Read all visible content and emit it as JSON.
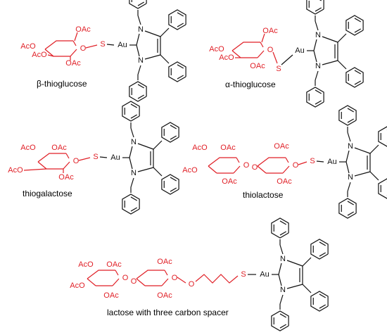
{
  "figure": {
    "structures": [
      {
        "caption": "β-thioglucose",
        "sugar_labels": [
          "OAc",
          "AcO",
          "AcO",
          "O",
          "OAc"
        ],
        "linker_labels": [
          "S",
          "Au"
        ],
        "nhc_labels": [
          "N",
          "N"
        ]
      },
      {
        "caption": "α-thioglucose",
        "sugar_labels": [
          "OAc",
          "AcO",
          "AcO",
          "O",
          "OAc"
        ],
        "linker_labels": [
          "S",
          "Au"
        ],
        "nhc_labels": [
          "N",
          "N"
        ]
      },
      {
        "caption": "thiogalactose",
        "sugar_labels": [
          "AcO",
          "OAc",
          "AcO",
          "O",
          "OAc"
        ],
        "linker_labels": [
          "S",
          "Au"
        ],
        "nhc_labels": [
          "N",
          "N"
        ]
      },
      {
        "caption": "thiolactose",
        "sugar_labels": [
          "AcO",
          "OAc",
          "AcO",
          "O",
          "OAc",
          "O",
          "OAc",
          "O",
          "OAc"
        ],
        "linker_labels": [
          "S",
          "Au"
        ],
        "nhc_labels": [
          "N",
          "N"
        ]
      },
      {
        "caption": "lactose with three carbon spacer",
        "sugar_labels": [
          "AcO",
          "OAc",
          "AcO",
          "O",
          "OAc",
          "O",
          "OAc",
          "O",
          "OAc",
          "O"
        ],
        "linker_labels": [
          "S",
          "Au"
        ],
        "nhc_labels": [
          "N",
          "N"
        ]
      }
    ]
  },
  "colors": {
    "sugar": "#e01f26",
    "gold_complex": "#111111"
  }
}
